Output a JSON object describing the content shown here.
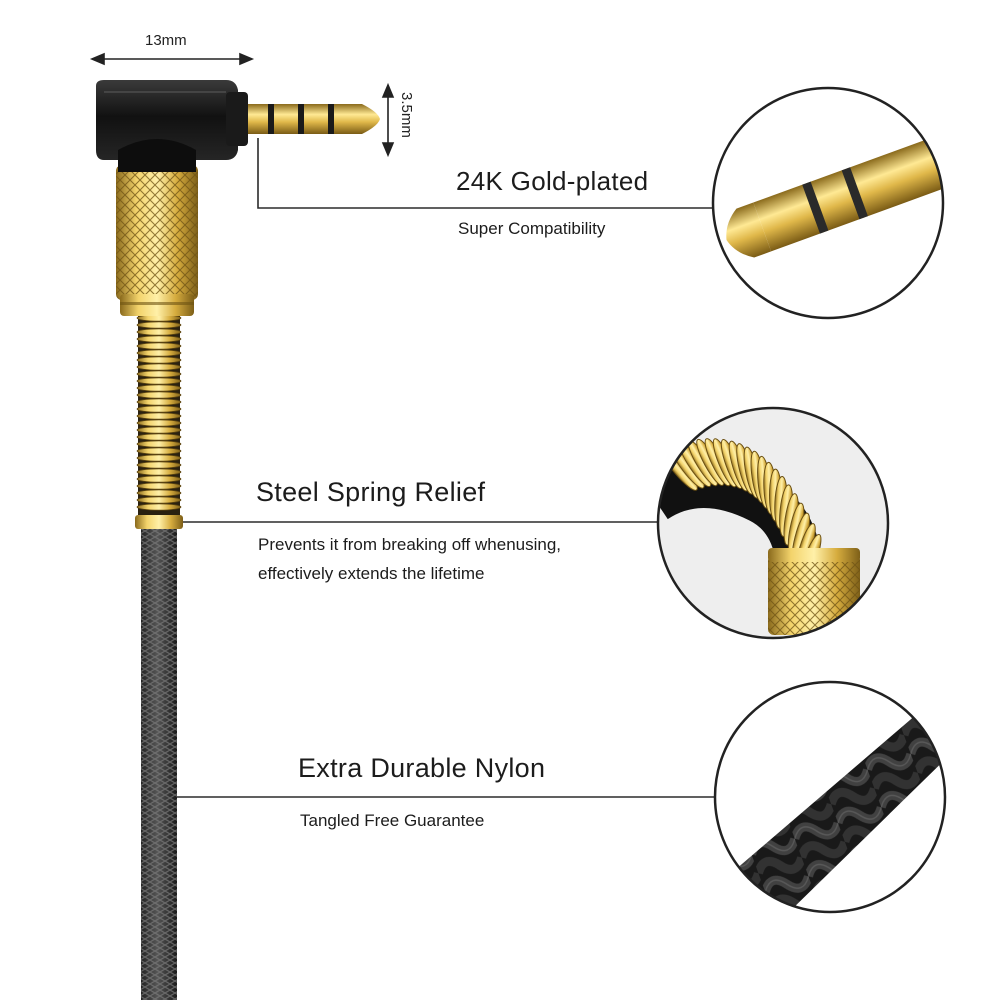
{
  "dimensions": {
    "plug_length": "13mm",
    "plug_diameter": "3.5mm"
  },
  "features": [
    {
      "title": "24K Gold-plated",
      "description": "Super Compatibility",
      "detail_icon": "gold-plated-plug-closeup"
    },
    {
      "title": "Steel Spring Relief",
      "description_line1": "Prevents it from breaking off whenusing,",
      "description_line2": "effectively extends the lifetime",
      "detail_icon": "steel-spring-closeup"
    },
    {
      "title": "Extra Durable Nylon",
      "description": "Tangled Free Guarantee",
      "detail_icon": "braided-nylon-closeup"
    }
  ],
  "colors": {
    "background": "#ffffff",
    "gold": "#d9b44a",
    "plug_black": "#1b1b1b",
    "nylon_black": "#2a2a2a",
    "line": "#2b2b2b"
  }
}
